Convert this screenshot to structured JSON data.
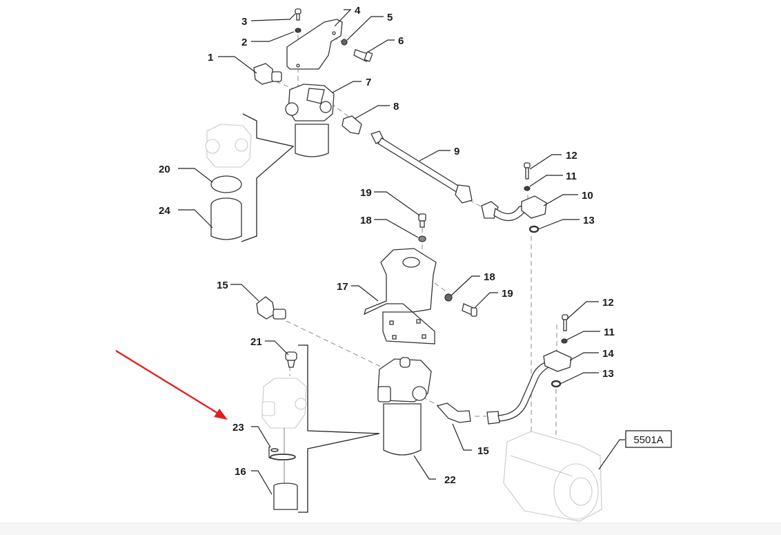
{
  "diagram": {
    "type": "exploded-parts-diagram",
    "reference_box": "5501A",
    "callouts": {
      "c1": "1",
      "c2": "2",
      "c3": "3",
      "c4": "4",
      "c5": "5",
      "c6": "6",
      "c7": "7",
      "c8": "8",
      "c9": "9",
      "c10": "10",
      "c11a": "11",
      "c12a": "12",
      "c13a": "13",
      "c18a": "18",
      "c19a": "19",
      "c20": "20",
      "c24": "24",
      "c15a": "15",
      "c17": "17",
      "c18b": "18",
      "c19b": "19",
      "c12b": "12",
      "c11b": "11",
      "c14": "14",
      "c13b": "13",
      "c21": "21",
      "c23": "23",
      "c16": "16",
      "c22": "22",
      "c15b": "15"
    },
    "highlight": {
      "target_callout": "23",
      "arrow_color": "#e02020"
    }
  }
}
